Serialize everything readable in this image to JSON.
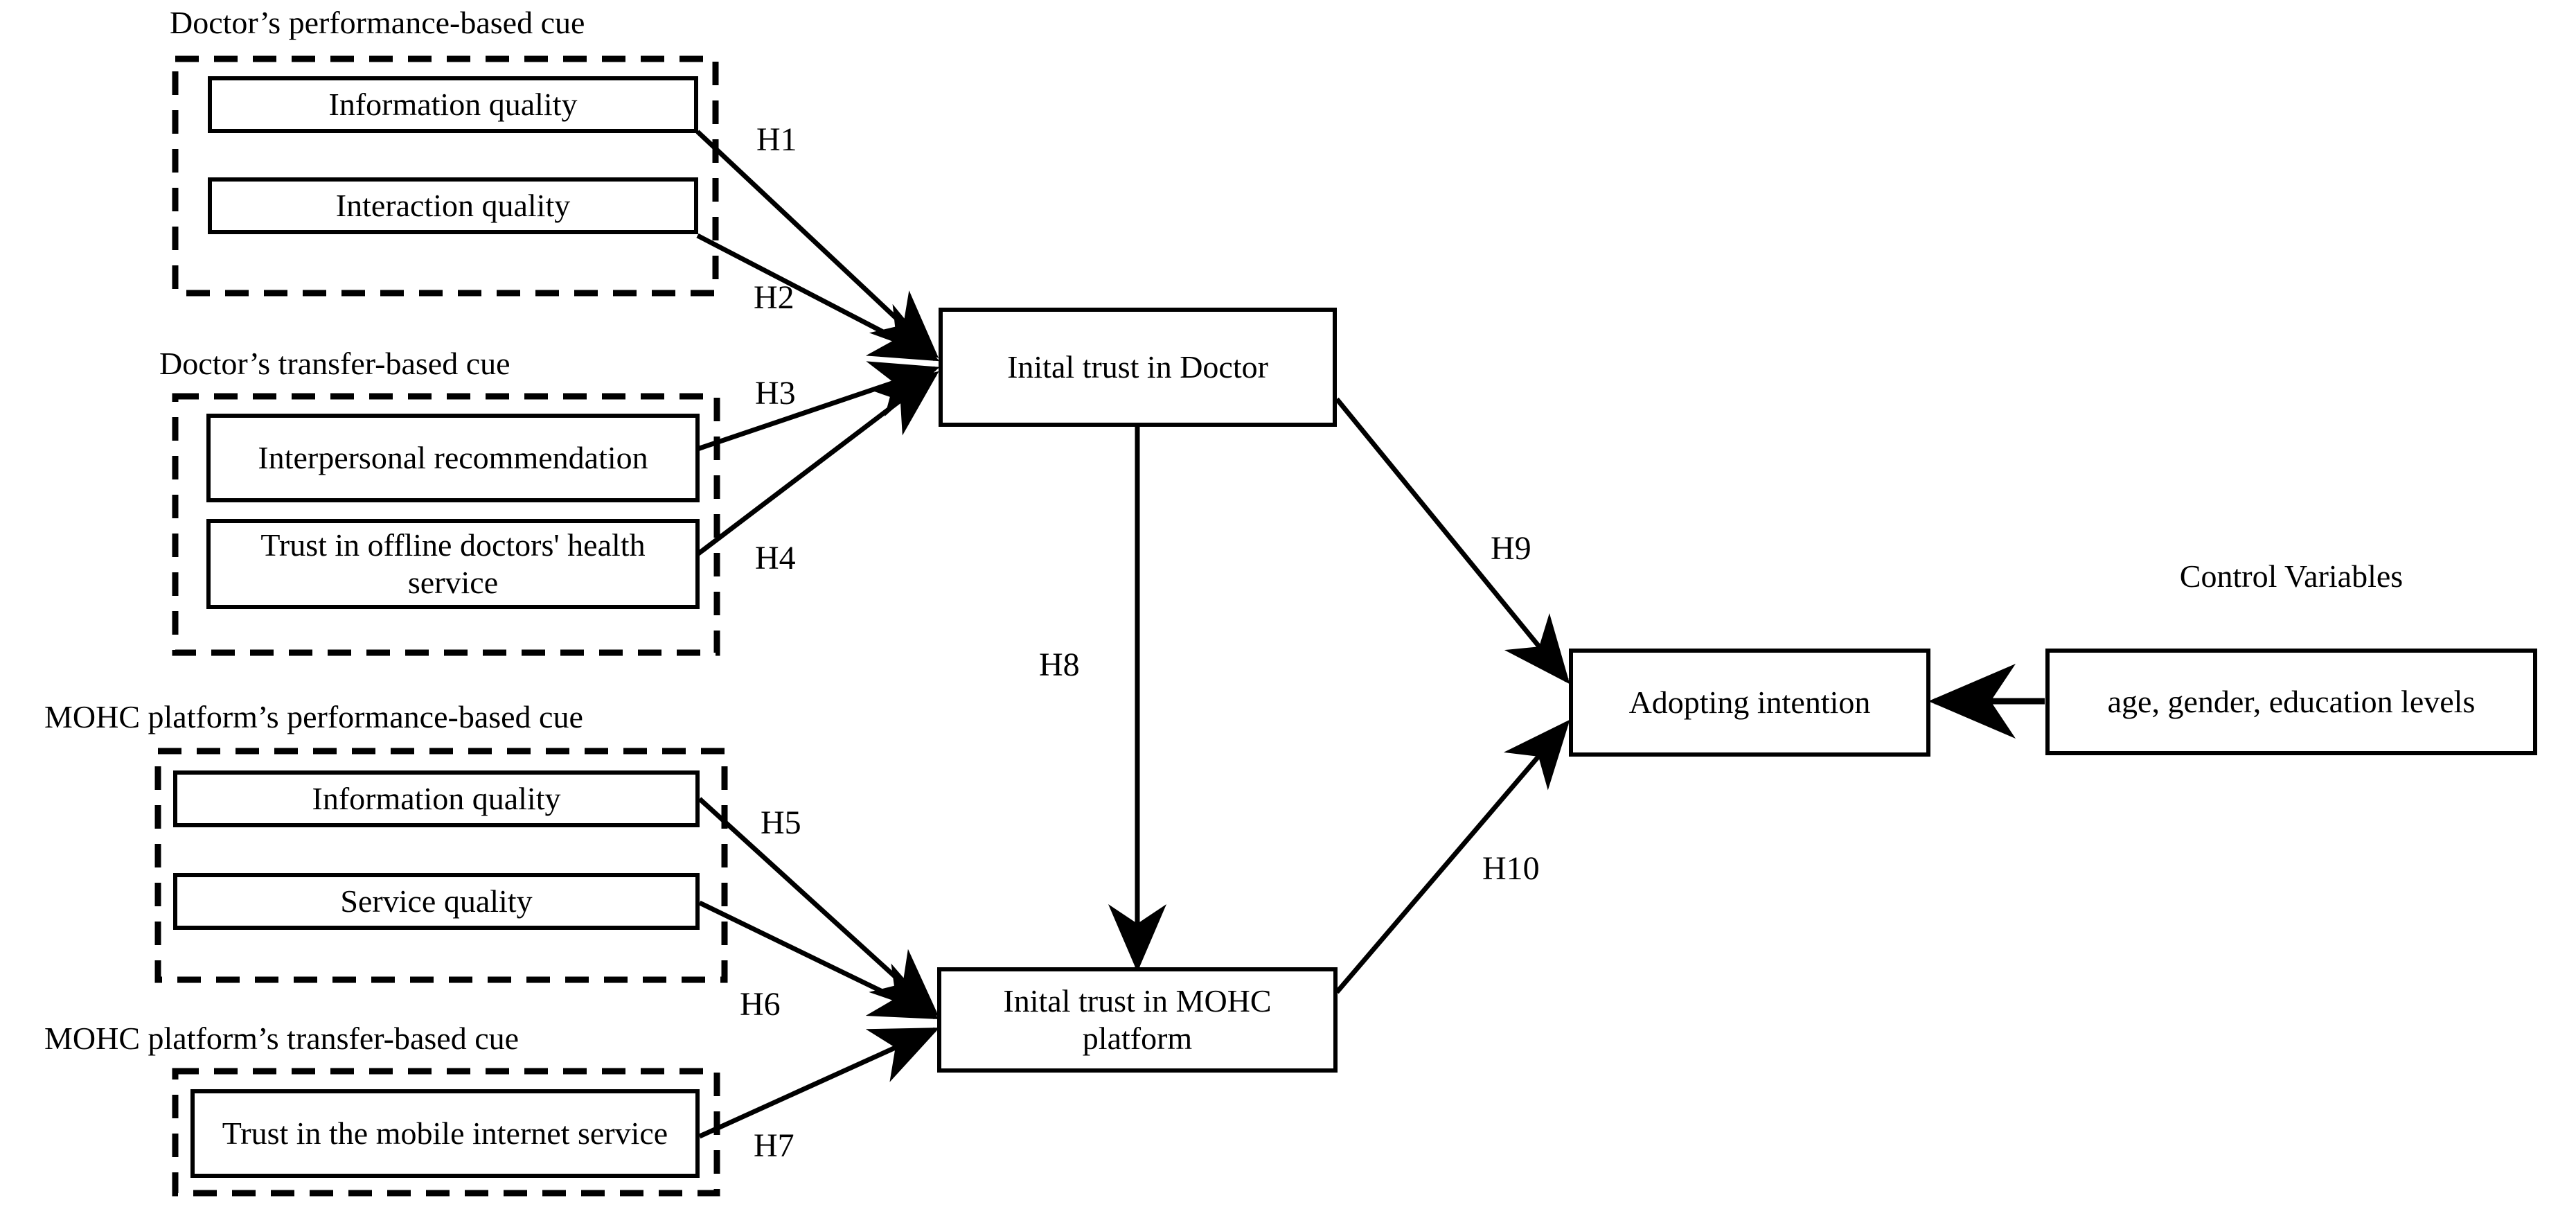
{
  "diagram": {
    "type": "research-model-path-diagram",
    "title": "",
    "colors": {
      "stroke": "#000000",
      "fill": "#ffffff",
      "background": "#ffffff"
    },
    "groups": [
      {
        "id": "doctor-performance",
        "label": "Doctor’s performance-based cue",
        "style": "dashed",
        "items": [
          {
            "id": "iq-doctor",
            "label": "Information quality"
          },
          {
            "id": "interaction-quality",
            "label": "Interaction quality"
          }
        ]
      },
      {
        "id": "doctor-transfer",
        "label": "Doctor’s transfer-based cue",
        "style": "dashed",
        "items": [
          {
            "id": "interpersonal-recommendation",
            "label": "Interpersonal recommendation"
          },
          {
            "id": "trust-offline-doctors",
            "label": "Trust in offline doctors' health service"
          }
        ]
      },
      {
        "id": "mohc-performance",
        "label": "MOHC platform’s performance-based cue",
        "style": "dashed",
        "items": [
          {
            "id": "iq-platform",
            "label": "Information quality"
          },
          {
            "id": "service-quality",
            "label": "Service quality"
          }
        ]
      },
      {
        "id": "mohc-transfer",
        "label": "MOHC platform’s transfer-based cue",
        "style": "dashed",
        "items": [
          {
            "id": "trust-mobile-internet",
            "label": "Trust in the mobile internet service"
          }
        ]
      }
    ],
    "nodes": [
      {
        "id": "trust-doctor",
        "label": "Inital trust in Doctor"
      },
      {
        "id": "trust-platform",
        "label": "Inital trust in MOHC platform"
      },
      {
        "id": "adopting-intention",
        "label": "Adopting intention"
      },
      {
        "id": "control-variables",
        "label": "age, gender, education levels",
        "caption": "Control Variables"
      }
    ],
    "hypotheses": [
      {
        "id": "H1",
        "label": "H1",
        "from": "iq-doctor",
        "to": "trust-doctor"
      },
      {
        "id": "H2",
        "label": "H2",
        "from": "interaction-quality",
        "to": "trust-doctor"
      },
      {
        "id": "H3",
        "label": "H3",
        "from": "interpersonal-recommendation",
        "to": "trust-doctor"
      },
      {
        "id": "H4",
        "label": "H4",
        "from": "trust-offline-doctors",
        "to": "trust-doctor"
      },
      {
        "id": "H5",
        "label": "H5",
        "from": "iq-platform",
        "to": "trust-platform"
      },
      {
        "id": "H6",
        "label": "H6",
        "from": "service-quality",
        "to": "trust-platform"
      },
      {
        "id": "H7",
        "label": "H7",
        "from": "trust-mobile-internet",
        "to": "trust-platform"
      },
      {
        "id": "H8",
        "label": "H8",
        "from": "trust-doctor",
        "to": "trust-platform"
      },
      {
        "id": "H9",
        "label": "H9",
        "from": "trust-doctor",
        "to": "adopting-intention"
      },
      {
        "id": "H10",
        "label": "H10",
        "from": "trust-platform",
        "to": "adopting-intention"
      },
      {
        "id": "CV",
        "label": "",
        "from": "control-variables",
        "to": "adopting-intention"
      }
    ]
  }
}
